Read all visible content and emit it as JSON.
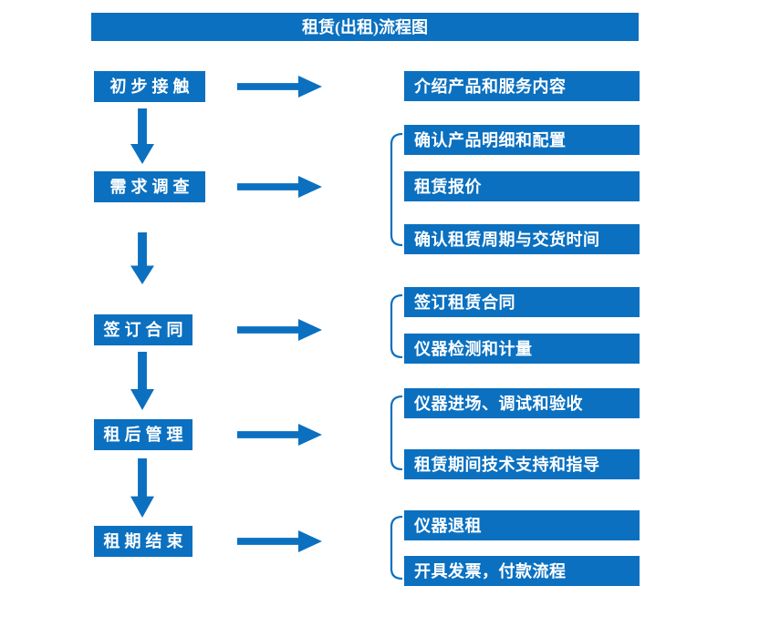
{
  "title": "租赁(出租)流程图",
  "colors": {
    "primary_blue": "#0b70c0",
    "text_on_blue": "#ffffff",
    "background": "#ffffff"
  },
  "stages": [
    {
      "label": "初步接触",
      "items": [
        "介绍产品和服务内容"
      ]
    },
    {
      "label": "需求调查",
      "items": [
        "确认产品明细和配置",
        "租赁报价",
        "确认租赁周期与交货时间"
      ]
    },
    {
      "label": "签订合同",
      "items": [
        "签订租赁合同",
        "仪器检测和计量"
      ]
    },
    {
      "label": "租后管理",
      "items": [
        "仪器进场、调试和验收",
        "租赁期间技术支持和指导"
      ]
    },
    {
      "label": "租期结束",
      "items": [
        "仪器退租",
        "开具发票，付款流程"
      ]
    }
  ]
}
